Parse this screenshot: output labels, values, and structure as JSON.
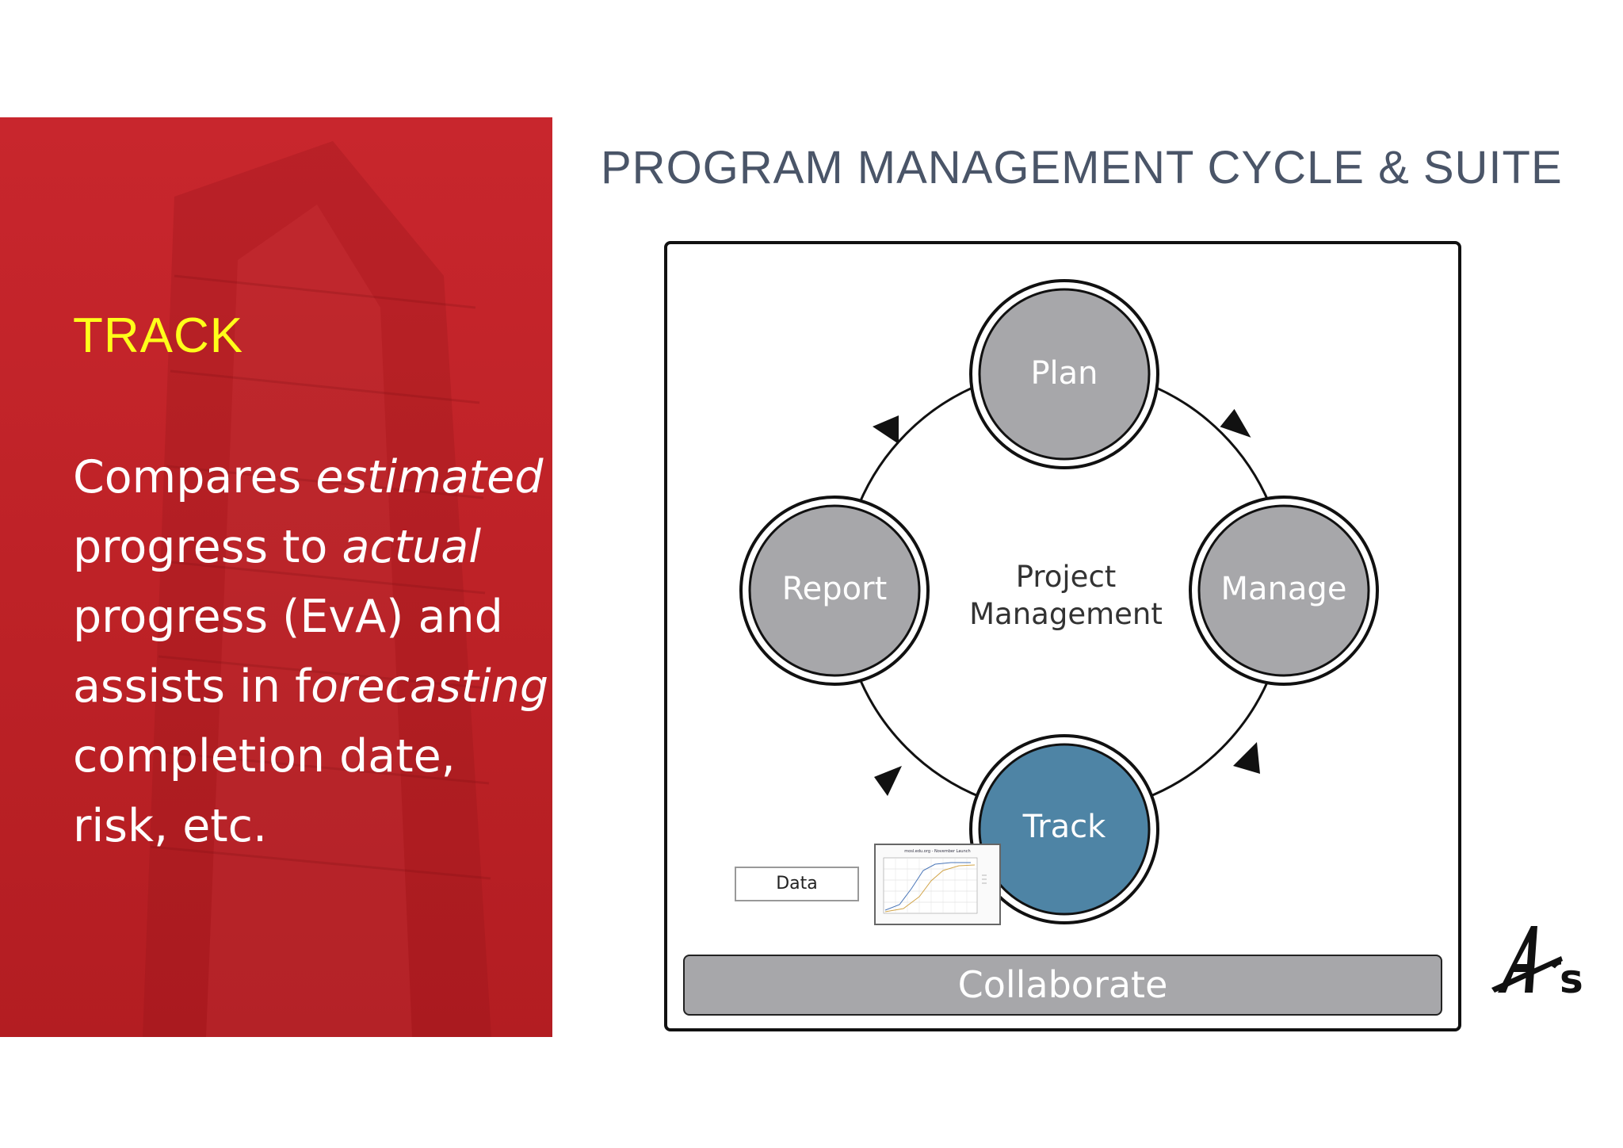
{
  "panel": {
    "heading": "TRACK",
    "body": [
      {
        "text": "Compares ",
        "italic": false
      },
      {
        "text": "estimated",
        "italic": true
      },
      {
        "text": " progress to ",
        "italic": false
      },
      {
        "text": "actual",
        "italic": true
      },
      {
        "text": " progress (EvA) and assists in f",
        "italic": false
      },
      {
        "text": "orecasting",
        "italic": true
      },
      {
        "text": " completion date, risk, etc.",
        "italic": false
      }
    ]
  },
  "title": "PROGRAM MANAGEMENT CYCLE & SUITE",
  "diagram": {
    "center": [
      "Project",
      "Management"
    ],
    "nodes": {
      "plan": "Plan",
      "manage": "Manage",
      "track": "Track",
      "report": "Report"
    },
    "data_label": "Data",
    "chart_caption": "mosl.edu.org - November Launch",
    "collaborate": "Collaborate"
  },
  "colors": {
    "panel_red": "#c0232a",
    "heading_yellow": "#ffff1a",
    "node_gray": "#a7a7aa",
    "node_active": "#4e84a5",
    "title_gray": "#4a5568"
  },
  "logo_text": "A's"
}
